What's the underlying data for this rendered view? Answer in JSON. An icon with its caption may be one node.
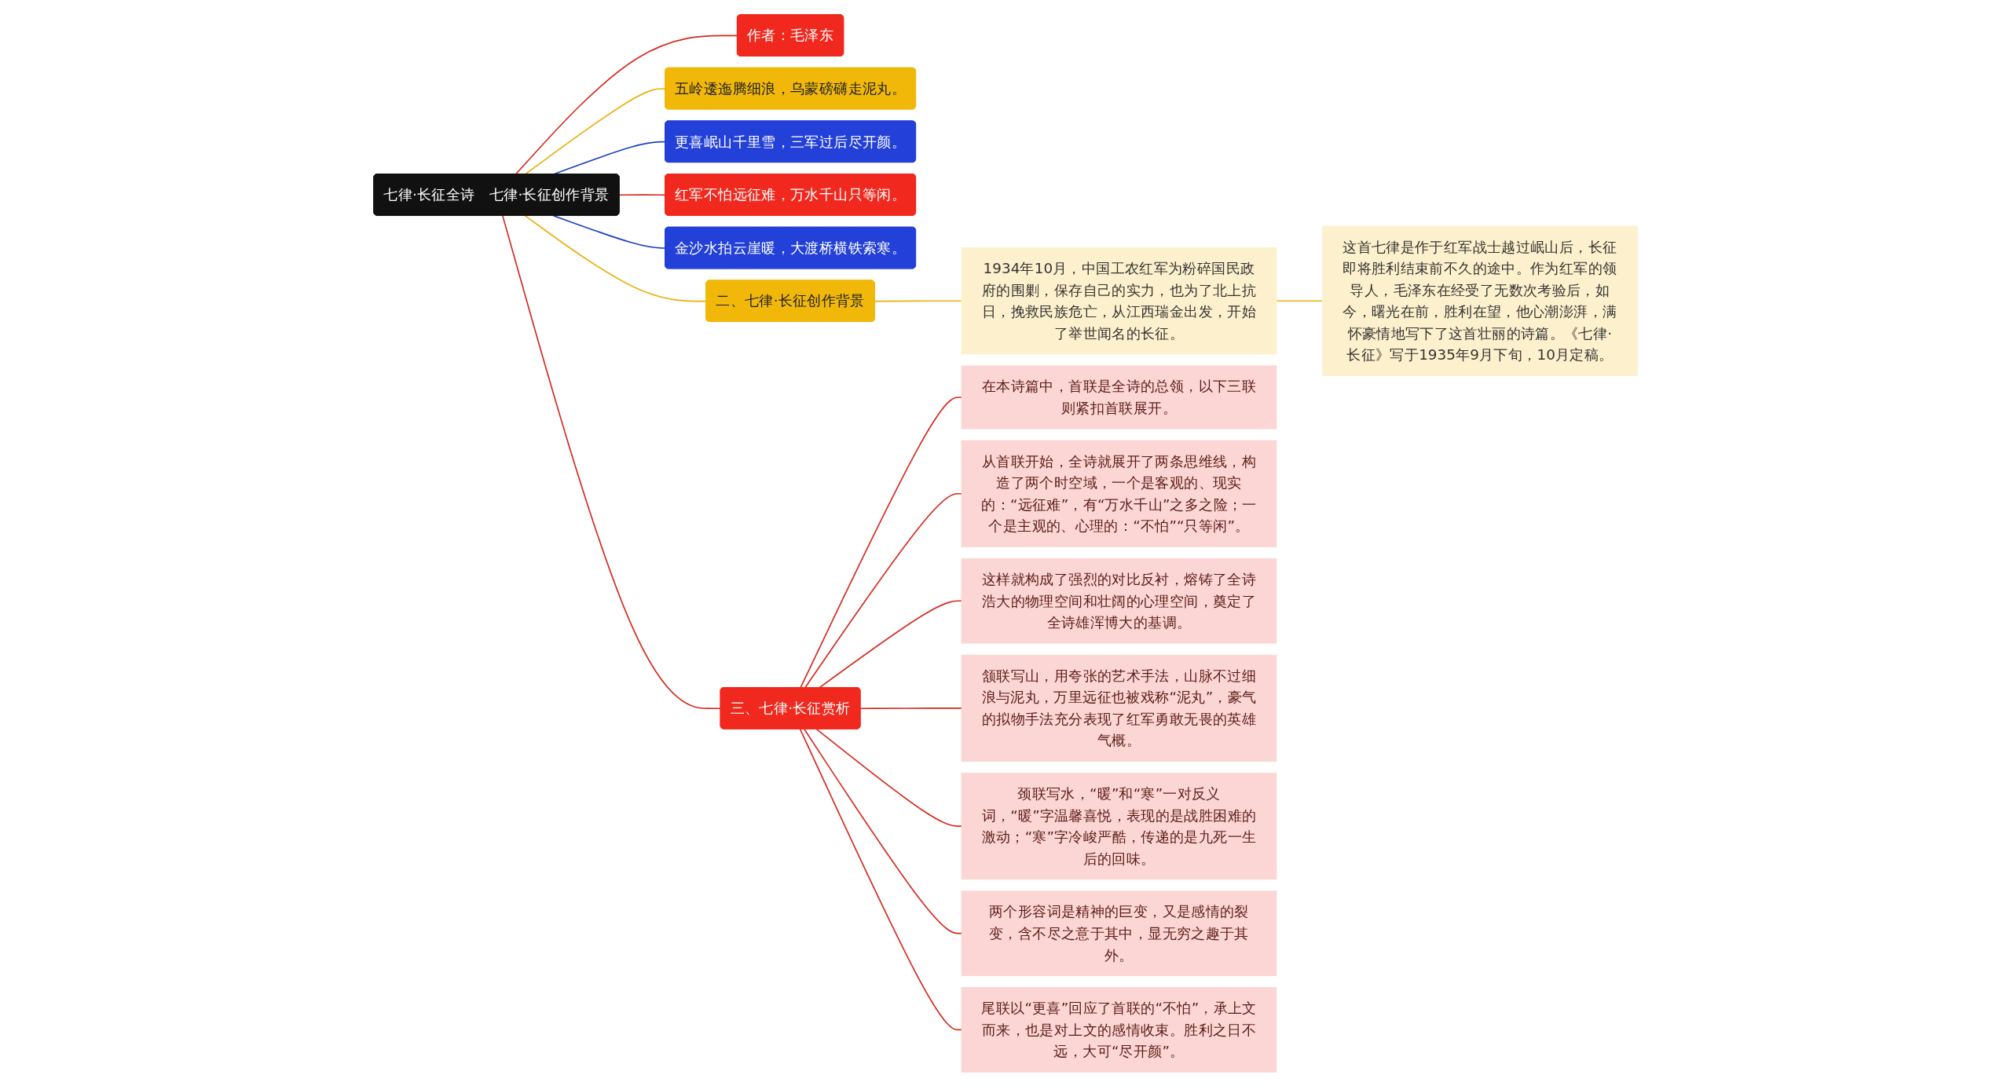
{
  "diagram": {
    "nodes": [
      {
        "text": [
          "七律·长征全诗　七律·长征创作背景"
        ]
      },
      {
        "text": [
          "作者：毛泽东"
        ]
      },
      {
        "text": [
          "五岭逶迤腾细浪，乌蒙磅礴走泥丸。"
        ]
      },
      {
        "text": [
          "更喜岷山千里雪，三军过后尽开颜。"
        ]
      },
      {
        "text": [
          "红军不怕远征难，万水千山只等闲。"
        ]
      },
      {
        "text": [
          "金沙水拍云崖暖，大渡桥横铁索寒。"
        ]
      },
      {
        "text": [
          "二、七律·长征创作背景"
        ]
      },
      {
        "text": [
          "1934年10月，中国工农红军为粉碎国民政府的围剿，保存自己的实力，也为了北上抗日，挽救民族危亡，从江西瑞金出发，开始了举世闻名的长征。"
        ]
      },
      {
        "text": [
          "这首七律是作于红军战士越过岷山后，长征即将胜利结束前不久的途中。作为红军的领导人，毛泽东在经受了无数次考验后，如今，曙光在前，胜利在望，他心潮澎湃，满怀豪情地写下了这首壮丽的诗篇。《七律·长征》写于1935年9月下旬，10月定稿。"
        ]
      },
      {
        "text": [
          "三、七律·长征赏析"
        ]
      },
      {
        "text": [
          "在本诗篇中，首联是全诗的总领，以下三联则紧扣首联展开。"
        ]
      },
      {
        "text": [
          "从首联开始，全诗就展开了两条思维线，构造了两个时空域，一个是客观的、现实的：“远征难”，有“万水千山”之多之险；一个是主观的、心理的：“不怕”“只等闲”。"
        ]
      },
      {
        "text": [
          "这样就构成了强烈的对比反衬，熔铸了全诗浩大的物理空间和壮阔的心理空间，奠定了全诗雄浑博大的基调。"
        ]
      },
      {
        "text": [
          "颔联写山，用夸张的艺术手法，山脉不过细浪与泥丸，万里远征也被戏称“泥丸”，豪气的拟物手法充分表现了红军勇敢无畏的英雄气概。"
        ]
      },
      {
        "text": [
          "颈联写水，“暖”和“寒”一对反义词，“暖”字温馨喜悦，表现的是战胜困难的激动；“寒”字冷峻严酷，传递的是九死一生后的回味。"
        ]
      },
      {
        "text": [
          "两个形容词是精神的巨变，又是感情的裂变，含不尽之意于其中，显无穷之趣于其外。"
        ]
      },
      {
        "text": [
          "尾联以“更喜”回应了首联的“不怕”，承上文而来，也是对上文的感情收束。胜利之日不远，大可“尽开颜”。"
        ]
      }
    ],
    "edges": [
      {
        "from": 0,
        "to": 1,
        "arrow": "none"
      },
      {
        "from": 0,
        "to": 2,
        "arrow": "none",
        "color": "#e8b10c"
      },
      {
        "from": 0,
        "to": 3,
        "arrow": "none",
        "color": "#1f3fc2"
      },
      {
        "from": 0,
        "to": 4,
        "arrow": "none"
      },
      {
        "from": 0,
        "to": 5,
        "arrow": "none",
        "color": "#1f3fc2"
      },
      {
        "from": 0,
        "to": 6,
        "arrow": "none",
        "color": "#e8b10c"
      },
      {
        "from": 6,
        "to": 7,
        "arrow": "none",
        "color": "#e8b10c"
      },
      {
        "from": 7,
        "to": 8,
        "arrow": "none",
        "color": "#e8b10c"
      },
      {
        "from": 0,
        "to": 9,
        "arrow": "none"
      },
      {
        "from": 9,
        "to": 10,
        "arrow": "none"
      },
      {
        "from": 9,
        "to": 11,
        "arrow": "none"
      },
      {
        "from": 9,
        "to": 12,
        "arrow": "none"
      },
      {
        "from": 9,
        "to": 13,
        "arrow": "none"
      },
      {
        "from": 9,
        "to": 14,
        "arrow": "none"
      },
      {
        "from": 9,
        "to": 15,
        "arrow": "none"
      },
      {
        "from": 9,
        "to": 16,
        "arrow": "none"
      }
    ]
  }
}
